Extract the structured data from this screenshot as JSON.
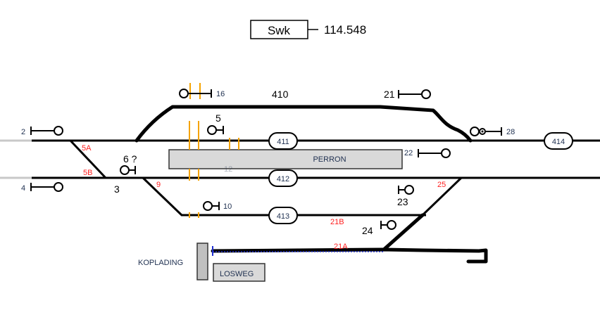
{
  "header": {
    "station_code": "Swk",
    "kilometer": "114.548"
  },
  "tracks": [
    {
      "id": "410",
      "label": "410"
    },
    {
      "id": "411",
      "label": "411"
    },
    {
      "id": "412",
      "label": "412"
    },
    {
      "id": "413",
      "label": "413"
    },
    {
      "id": "414",
      "label": "414"
    }
  ],
  "platforms": {
    "perron": "PERRON",
    "kopplading": "KOPLADING",
    "losweg": "LOSWEG"
  },
  "switches": [
    {
      "id": "5A",
      "label": "5A"
    },
    {
      "id": "5B",
      "label": "5B"
    },
    {
      "id": "9",
      "label": "9"
    },
    {
      "id": "25",
      "label": "25"
    },
    {
      "id": "21A",
      "label": "21A"
    },
    {
      "id": "21B",
      "label": "21B"
    }
  ],
  "signals": [
    {
      "id": "2",
      "label": "2"
    },
    {
      "id": "4",
      "label": "4"
    },
    {
      "id": "3",
      "label": "3"
    },
    {
      "id": "5",
      "label": "5"
    },
    {
      "id": "6",
      "label": "6 ?"
    },
    {
      "id": "10",
      "label": "10"
    },
    {
      "id": "12",
      "label": "12"
    },
    {
      "id": "16",
      "label": "16"
    },
    {
      "id": "21",
      "label": "21"
    },
    {
      "id": "22",
      "label": "22"
    },
    {
      "id": "23",
      "label": "23"
    },
    {
      "id": "24",
      "label": "24"
    },
    {
      "id": "28",
      "label": "28"
    }
  ],
  "colors": {
    "track": "#000000",
    "isolation": "#f5a300",
    "switch_label": "#ff2020",
    "platform_fill": "#d9d9d9",
    "blue_dashed": "#2030d0"
  }
}
